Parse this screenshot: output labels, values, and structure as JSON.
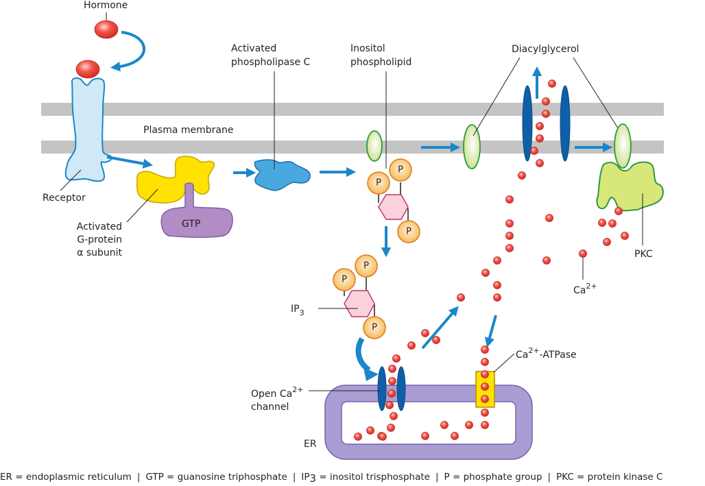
{
  "labels": {
    "hormone": "Hormone",
    "plasma_membrane": "Plasma membrane",
    "receptor": "Receptor",
    "g_protein_line1": "Activated",
    "g_protein_line2": "G-protein",
    "g_protein_line3": "α subunit",
    "gtp": "GTP",
    "plc_line1": "Activated",
    "plc_line2": "phospholipase C",
    "ip_line1": "Inositol",
    "ip_line2": "phospholipid",
    "dag": "Diacylglycerol",
    "pkc": "PKC",
    "ca": "Ca",
    "ca_sup": "2+",
    "ip3_base": "IP",
    "ip3_sub": "3",
    "open_channel_line1": "Open Ca",
    "open_channel_sup": "2+",
    "open_channel_line2": "channel",
    "atpase_base": "Ca",
    "atpase_sup": "2+",
    "atpase_rest": "-ATPase",
    "er": "ER",
    "phosphate": "P"
  },
  "legend": [
    {
      "abbr": "ER",
      "meaning": "endoplasmic reticulum"
    },
    {
      "abbr": "GTP",
      "meaning": "guanosine triphosphate"
    },
    {
      "abbr": "IP",
      "abbr_sub": "3",
      "meaning": "inositol trisphosphate"
    },
    {
      "abbr": "P",
      "meaning": "phosphate group"
    },
    {
      "abbr": "PKC",
      "meaning": "protein kinase C"
    }
  ],
  "colors": {
    "membrane": "#c4c4c4",
    "arrow": "#1a87c9",
    "hormone": "#e3342f",
    "receptor_fill": "#cfe9f8",
    "receptor_stroke": "#1a87c9",
    "g_protein": "#ffe200",
    "gtp": "#b28cc4",
    "plc": "#4aa8e0",
    "dag_fill": "#e2efb3",
    "dag_stroke": "#2e9a3c",
    "pkc": "#d7e77a",
    "channel": "#0f5fa8",
    "calcium": "#e3342f",
    "phosphate_fill": "#fbc97a",
    "phosphate_stroke": "#d97a1c",
    "inositol_fill": "#f9d2dc",
    "inositol_stroke": "#c2336a",
    "er_fill": "#a99dd4",
    "er_stroke": "#7a5fa8",
    "atpase": "#ffe200"
  }
}
